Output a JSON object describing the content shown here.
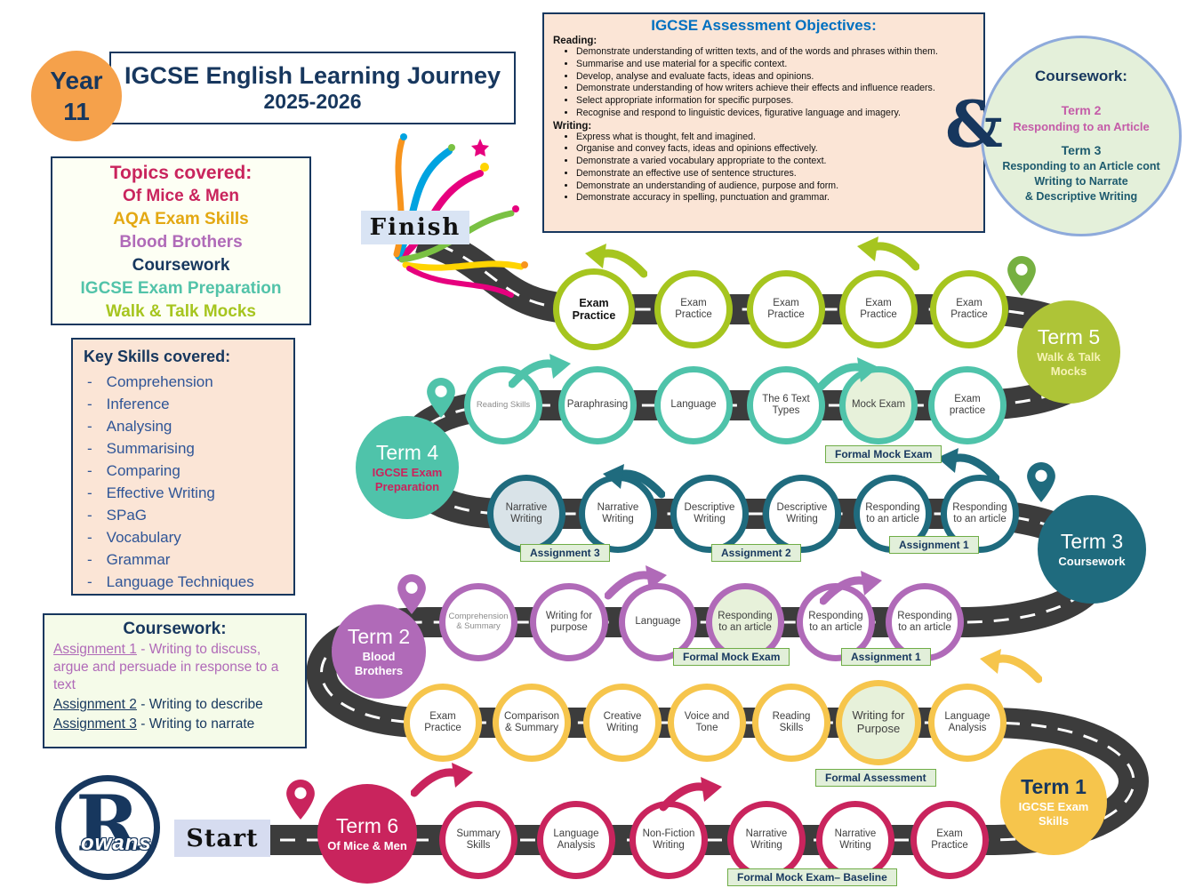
{
  "page": {
    "year_badge": "Year 11",
    "title_line1": "IGCSE English Learning Journey",
    "title_line2": "2025-2026"
  },
  "topics": {
    "heading": "Topics covered:",
    "items": [
      "Of Mice & Men",
      "AQA Exam Skills",
      "Blood Brothers",
      "Coursework",
      "IGCSE Exam Preparation",
      "Walk & Talk Mocks"
    ]
  },
  "skills": {
    "heading": "Key Skills covered:",
    "items": [
      "Comprehension",
      "Inference",
      "Analysing",
      "Summarising",
      "Comparing",
      "Effective Writing",
      "SPaG",
      "Vocabulary",
      "Grammar",
      "Language Techniques"
    ]
  },
  "coursework_box": {
    "heading": "Coursework:",
    "assignments": [
      {
        "label": "Assignment 1",
        "text": "- Writing to discuss, argue and persuade in response to a text"
      },
      {
        "label": "Assignment 2",
        "text": "- Writing to describe"
      },
      {
        "label": "Assignment 3",
        "text": "- Writing to narrate"
      }
    ]
  },
  "objectives": {
    "title": "IGCSE Assessment Objectives:",
    "reading_heading": "Reading:",
    "reading": [
      "Demonstrate understanding of written texts, and of the words and phrases within them.",
      "Summarise and use material for a specific context.",
      "Develop, analyse and evaluate facts, ideas and opinions.",
      "Demonstrate understanding of how writers achieve their effects and influence readers.",
      "Select appropriate information for specific purposes.",
      "Recognise and respond to linguistic devices, figurative language and imagery."
    ],
    "writing_heading": "Writing:",
    "writing": [
      "Express what is thought, felt and imagined.",
      "Organise and convey facts, ideas and opinions effectively.",
      "Demonstrate a varied vocabulary appropriate to the context.",
      "Demonstrate an effective use of sentence structures.",
      "Demonstrate an understanding of audience, purpose and form.",
      "Demonstrate accuracy in spelling, punctuation and grammar."
    ]
  },
  "ampersand": "&",
  "coursework_bubble": {
    "heading": "Coursework:",
    "term2_title": "Term 2",
    "term2_line": "Responding to an Article",
    "term3_title": "Term 3",
    "term3_lines": [
      "Responding to an Article cont",
      "Writing to Narrate",
      "& Descriptive Writing"
    ]
  },
  "journey": {
    "start_label": "Start",
    "finish_label": "Finish",
    "terms": {
      "term1": {
        "title": "Term 1",
        "subtitle": "IGCSE Exam Skills"
      },
      "term2": {
        "title": "Term 2",
        "subtitle": "Blood Brothers"
      },
      "term3": {
        "title": "Term 3",
        "subtitle": "Coursework"
      },
      "term4": {
        "title": "Term 4",
        "subtitle": "IGCSE Exam Preparation"
      },
      "term5": {
        "title": "Term 5",
        "subtitle": "Walk & Talk Mocks"
      },
      "term6": {
        "title": "Term 6",
        "subtitle": "Of Mice & Men"
      }
    },
    "rows": [
      {
        "nodes": [
          "Exam Practice",
          "Exam Practice",
          "Exam Practice",
          "Exam Practice",
          "Exam Practice"
        ]
      },
      {
        "nodes": [
          "Reading Skills",
          "Paraphrasing",
          "Language",
          "The 6 Text Types",
          "Mock Exam",
          "Exam practice"
        ]
      },
      {
        "nodes": [
          "Narrative Writing",
          "Narrative Writing",
          "Descriptive Writing",
          "Descriptive Writing",
          "Responding to an article",
          "Responding to an article"
        ]
      },
      {
        "nodes": [
          "Comprehension & Summary",
          "Writing for purpose",
          "Language",
          "Responding to an article",
          "Responding to an article",
          "Responding to an article"
        ]
      },
      {
        "nodes": [
          "Exam Practice",
          "Comparison & Summary",
          "Creative Writing",
          "Voice and Tone",
          "Reading Skills",
          "Writing for Purpose",
          "Language Analysis"
        ]
      },
      {
        "nodes": [
          "Summary Skills",
          "Language Analysis",
          "Non-Fiction Writing",
          "Narrative Writing",
          "Narrative Writing",
          "Exam Practice"
        ]
      }
    ],
    "tags": [
      "Formal Mock Exam",
      "Assignment 3",
      "Assignment 2",
      "Assignment 1",
      "Formal Mock Exam",
      "Assignment 1",
      "Formal Assessment",
      "Formal Mock Exam– Baseline"
    ]
  },
  "logo": {
    "letter": "R",
    "text": "owans"
  },
  "colors": {
    "navy": "#17375e",
    "term1_yellow": "#f6c54c",
    "term2_purple": "#b06ab8",
    "term3_teal": "#1f6b7e",
    "term4_green": "#4fc3aa",
    "term5_lime": "#aec437",
    "term6_crimson": "#c9245d",
    "year_orange": "#f5a14b",
    "road_gray": "#3c3c3c",
    "tag_green_bg": "#e2efda",
    "tag_green_border": "#70ad47",
    "peach_bg": "#fbe5d6",
    "bubble_green_bg": "#e4f0da",
    "bubble_blue_border": "#8eaadb",
    "objectives_blue": "#0070c0"
  }
}
